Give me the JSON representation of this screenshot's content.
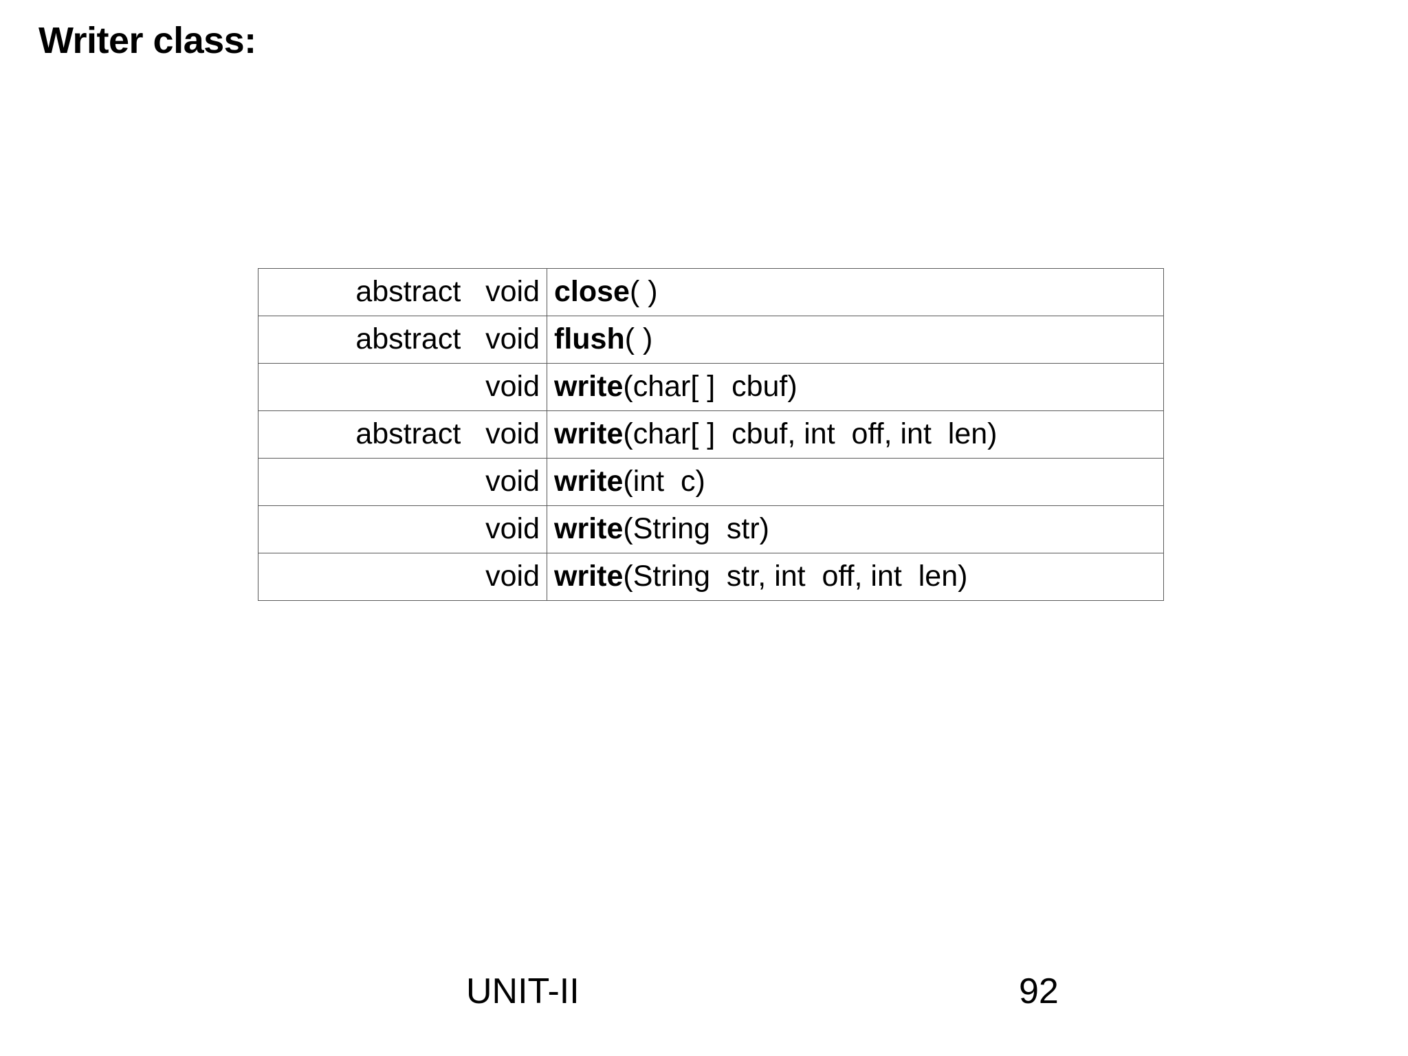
{
  "slide": {
    "title": "Writer class:",
    "background_color": "#ffffff",
    "text_color": "#000000",
    "border_color": "#5a5a5a"
  },
  "table": {
    "name": "writer-class-methods",
    "column_count": 2,
    "row_count": 7,
    "rows": [
      {
        "modifier": "abstract   void",
        "method": "close",
        "args": "( )"
      },
      {
        "modifier": "abstract   void",
        "method": "flush",
        "args": "( )"
      },
      {
        "modifier": "void",
        "method": "write",
        "args": "(char[ ]  cbuf)"
      },
      {
        "modifier": "abstract   void",
        "method": "write",
        "args": "(char[ ]  cbuf, int  off, int  len)"
      },
      {
        "modifier": "void",
        "method": "write",
        "args": "(int  c)"
      },
      {
        "modifier": "void",
        "method": "write",
        "args": "(String  str)"
      },
      {
        "modifier": "void",
        "method": "write",
        "args": "(String  str, int  off, int  len)"
      }
    ]
  },
  "footer": {
    "unit_label": "UNIT-II",
    "page_number": "92"
  }
}
